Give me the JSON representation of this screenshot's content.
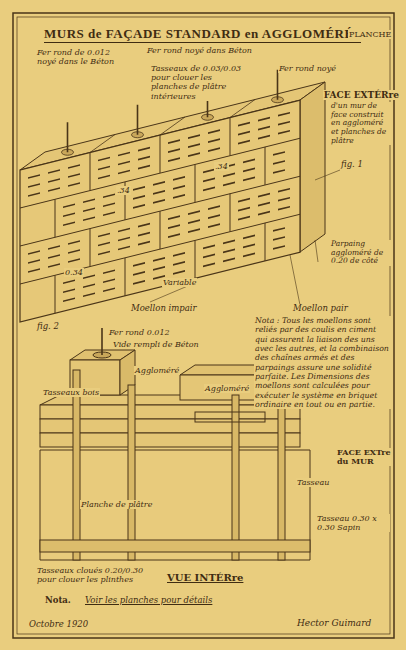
{
  "diagram": {
    "title": "MURS de FAÇADE STANDARD en AGGLOMÉRÉS",
    "labels": [
      "PLANCHE",
      "Fer rond de 0.012 noyé dans le Béton",
      "Fer rond noyé dans Béton",
      "Tasseaux de 0.03/0.03 pour clouer les planches de plâtre intérieures",
      "Fer rond noyé",
      "FACE EXTÉRre",
      "d'un mur de face construit en aggloméré et planches de plâtre",
      "fig. 1",
      ".34",
      ".34",
      "0.34",
      "Variable",
      "Parpaing aggloméré de 0.20 de côté",
      "Moellon pair",
      "Moellon impair",
      "fig. 2",
      "Fer rond 0.012",
      "Vide rempli de Béton",
      "Nota : Tous les moellons sont reliés par des coulis en ciment qui assurent la liaison des uns avec les autres, et la combinaison des chaînes armés et des parpaings assure une solidité parfaite. Les Dimensions des moellons sont calculées pour exécuter le système en briquet ordinaire en tout ou en partie.",
      "Aggloméré",
      "Aggloméré",
      "Tasseaux bois",
      "FACE EXTre du MUR",
      "Tasseau",
      "Planche de plâtre",
      "Tasseau 0.30 x 0.30 Sapin",
      "Tasseaux cloués 0.20/0.30 pour clouer les plinthes",
      "VUE INTÉRre",
      "Nota.",
      "Voir les planches pour détails",
      "Octobre 1920",
      "Hector Guimard"
    ]
  }
}
